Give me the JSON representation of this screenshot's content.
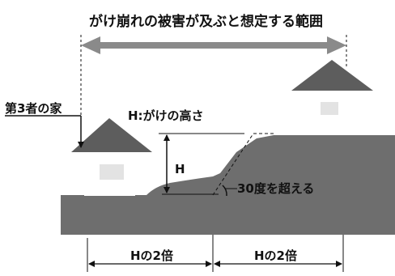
{
  "title": "がけ崩れの被害が及ぶと想定する範囲",
  "third_party_house_label": "第3者の家",
  "height_definition": "H:がけの高さ",
  "height_symbol": "H",
  "angle_label": "30度を超える",
  "left_range_label": "Hの2倍",
  "right_range_label": "Hの2倍",
  "colors": {
    "ground": "#6e6e6e",
    "roof": "#5d5d5d",
    "wall": "#ffffff",
    "window": "#e3e3e3",
    "range_arrow": "#8a8a8a",
    "line": "#111111"
  }
}
